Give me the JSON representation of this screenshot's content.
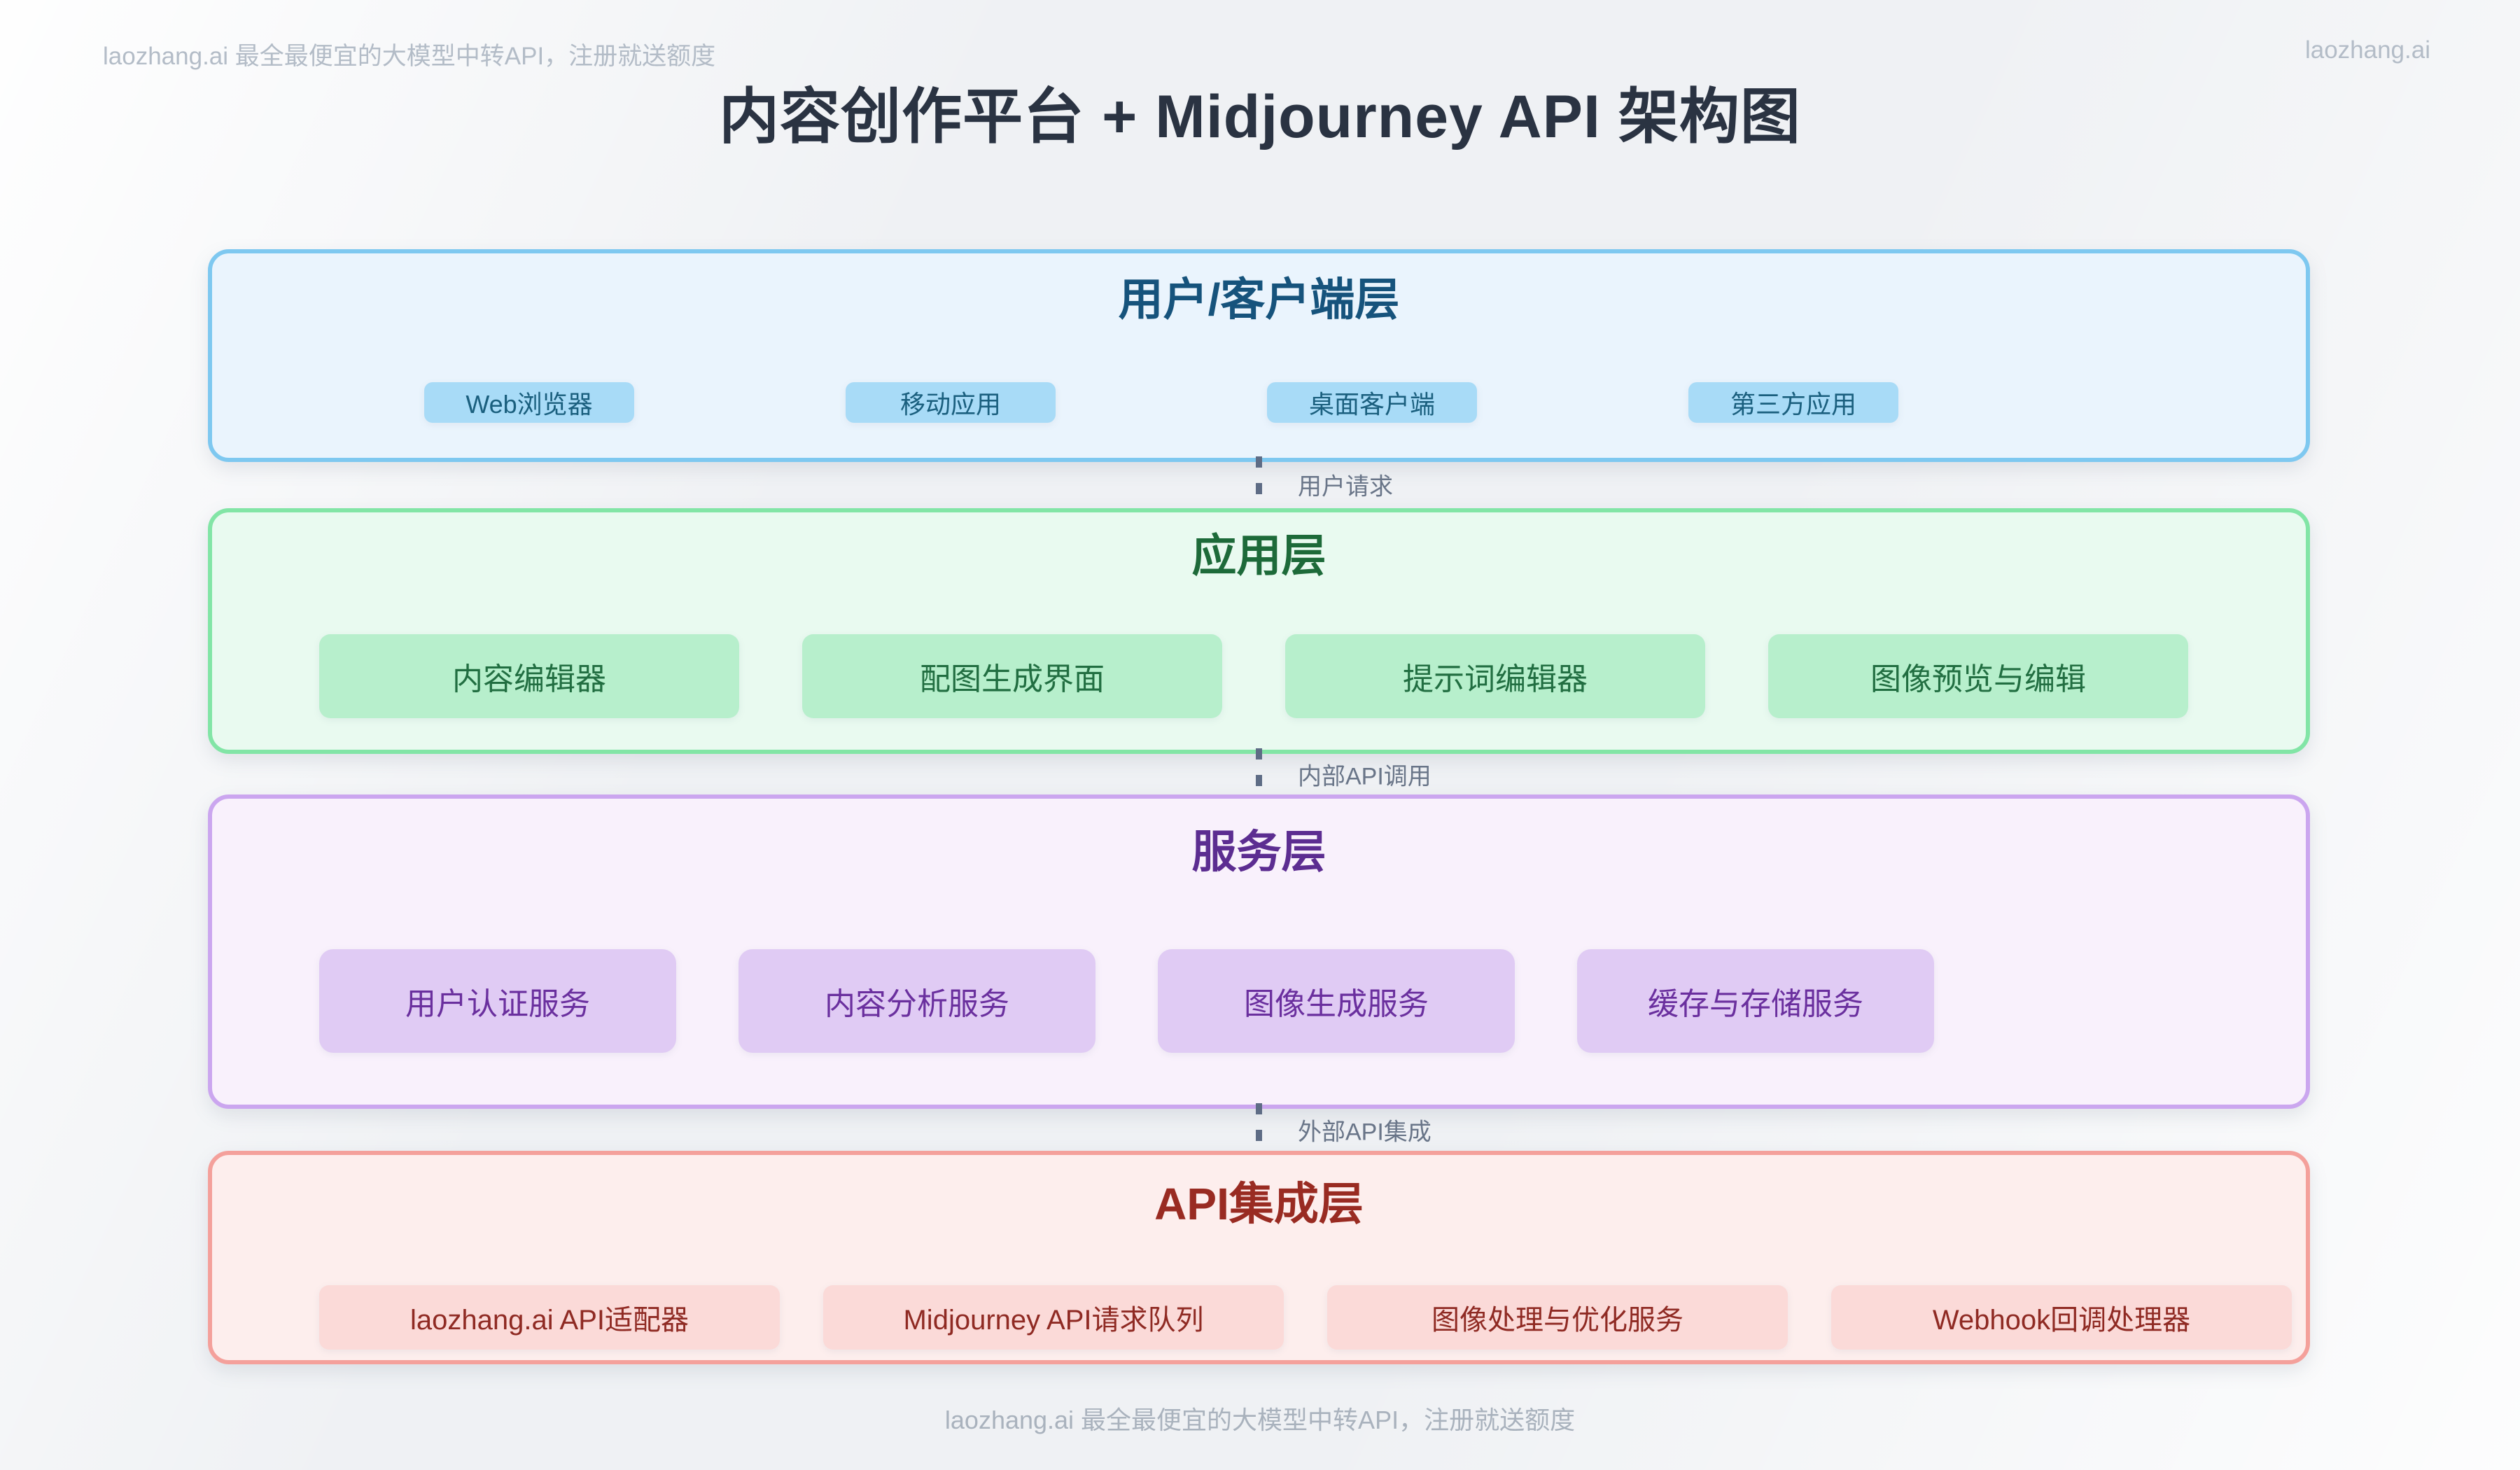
{
  "title": "内容创作平台 + Midjourney API 架构图",
  "watermarks": {
    "top_left": "laozhang.ai 最全最便宜的大模型中转API，注册就送额度",
    "top_right": "laozhang.ai",
    "bottom": "laozhang.ai 最全最便宜的大模型中转API，注册就送额度"
  },
  "connectors": [
    {
      "label": "用户请求"
    },
    {
      "label": "内部API调用"
    },
    {
      "label": "外部API集成"
    }
  ],
  "layers": [
    {
      "id": "client",
      "title": "用户/客户端层",
      "accent": "#7ec8f0",
      "background": "#eaf4fd",
      "title_color": "#16537c",
      "chip_background": "#a8dbf7",
      "chip_text_color": "#1a5f7e",
      "chips": [
        "Web浏览器",
        "移动应用",
        "桌面客户端",
        "第三方应用"
      ]
    },
    {
      "id": "application",
      "title": "应用层",
      "accent": "#82e5a6",
      "background": "#e9faf0",
      "title_color": "#1d6a39",
      "chip_background": "#b7efcc",
      "chip_text_color": "#216e41",
      "chips": [
        "内容编辑器",
        "配图生成界面",
        "提示词编辑器",
        "图像预览与编辑"
      ]
    },
    {
      "id": "service",
      "title": "服务层",
      "accent": "#cba6ef",
      "background": "#f9f1fc",
      "title_color": "#5c2d91",
      "chip_background": "#e0cbf4",
      "chip_text_color": "#6a2f9e",
      "chips": [
        "用户认证服务",
        "内容分析服务",
        "图像生成服务",
        "缓存与存储服务"
      ]
    },
    {
      "id": "api",
      "title": "API集成层",
      "accent": "#f4a09b",
      "background": "#fdeeed",
      "title_color": "#992b22",
      "chip_background": "#fbdad8",
      "chip_text_color": "#8f2a23",
      "chips": [
        "laozhang.ai API适配器",
        "Midjourney API请求队列",
        "图像处理与优化服务",
        "Webhook回调处理器"
      ]
    }
  ]
}
